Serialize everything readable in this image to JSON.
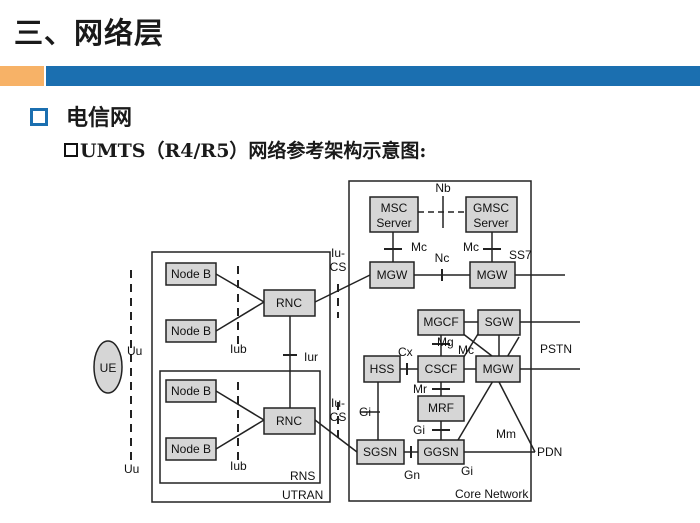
{
  "slide": {
    "title": "三、网络层",
    "heading": "电信网",
    "subheading": "UMTS（R4/R5）网络参考架构示意图:"
  },
  "diagram": {
    "nodes": {
      "node_b_1": "Node B",
      "node_b_2": "Node B",
      "node_b_3": "Node B",
      "node_b_4": "Node B",
      "rnc_1": "RNC",
      "rnc_2": "RNC",
      "ue": "UE",
      "msc_server_l1": "MSC",
      "msc_server_l2": "Server",
      "gmsc_server_l1": "GMSC",
      "gmsc_server_l2": "Server",
      "mgw_1": "MGW",
      "mgw_2": "MGW",
      "mgw_3": "MGW",
      "mgcf": "MGCF",
      "sgw": "SGW",
      "hss": "HSS",
      "cscf": "CSCF",
      "mrf": "MRF",
      "sgsn": "SGSN",
      "ggsn": "GGSN"
    },
    "labels": {
      "nb": "Nb",
      "mc_1": "Mc",
      "mc_2": "Mc",
      "mc_3": "Mc",
      "nc": "Nc",
      "ss7": "SS7",
      "iu_cs_1a": "Iu-",
      "iu_cs_1b": "CS",
      "iu_cs_2a": "Iu-",
      "iu_cs_2b": "CS",
      "uu_1": "Uu",
      "uu_2": "Uu",
      "iub_1": "Iub",
      "iub_2": "Iub",
      "iur": "Iur",
      "mg": "Mg",
      "cx": "Cx",
      "mr": "Mr",
      "gi_1": "Gi",
      "gi_2": "Gi",
      "gi_3": "Gi",
      "gn": "Gn",
      "mm": "Mm",
      "pstn": "PSTN",
      "pdn": "PDN",
      "rns": "RNS",
      "utran": "UTRAN",
      "core_network": "Core Network"
    }
  }
}
